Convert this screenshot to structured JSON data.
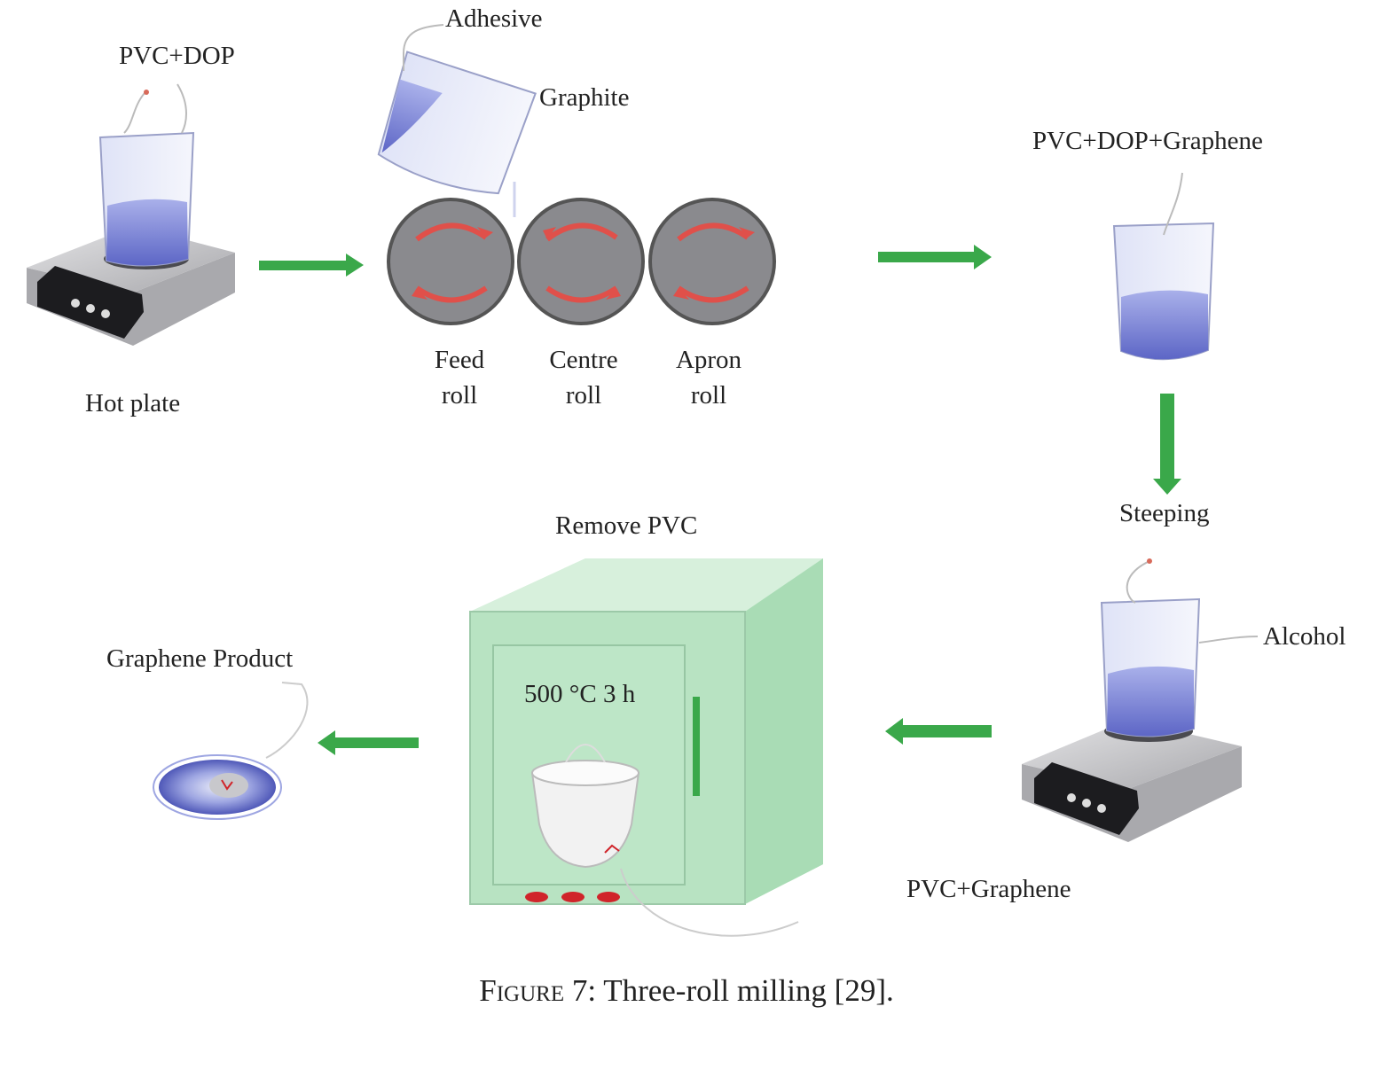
{
  "labels": {
    "pvc_dop": "PVC+DOP",
    "hot_plate": "Hot plate",
    "adhesive": "Adhesive",
    "graphite": "Graphite",
    "feed_roll": [
      "Feed",
      "roll"
    ],
    "centre_roll": [
      "Centre",
      "roll"
    ],
    "apron_roll": [
      "Apron",
      "roll"
    ],
    "pvc_dop_graphene": "PVC+DOP+Graphene",
    "steeping": "Steeping",
    "alcohol": "Alcohol",
    "pvc_graphene": "PVC+Graphene",
    "remove_pvc": "Remove PVC",
    "furnace_conditions": "500 °C 3 h",
    "graphene_product": "Graphene Product"
  },
  "caption": {
    "prefix": "Figure 7:",
    "text": "Three-roll milling [29]."
  },
  "colors": {
    "arrow": "#3aa84a",
    "roll": "#8a8a8e",
    "roll_arrow": "#e0504a",
    "liquid": "#7b85d6",
    "oven": "#b8e3c2",
    "oven_heater": "#d0242a"
  }
}
